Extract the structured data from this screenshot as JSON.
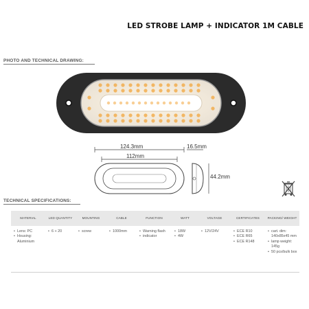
{
  "product_title": "LED STROBE LAMP + INDICATOR 1M CABLE",
  "photo_section_label": "PHOTO AND TECHNICAL DRAWING:",
  "specs_section_label": "TECHNICAL SPECIFICATIONS:",
  "dimensions": {
    "length_outer": "124.3mm",
    "length_inner": "112mm",
    "depth": "16.5mm",
    "height": "44.2mm"
  },
  "icons": {
    "disposal": "crossed-out-wheelie-bin-icon"
  },
  "colors": {
    "led_amber": "#f2a63c",
    "housing": "#2b2b2b",
    "header_bg": "#e8e8e8"
  },
  "specs": {
    "headers": [
      "MATERIAL",
      "LED QUANTITY",
      "MOUNTING",
      "CABLE",
      "FUNCTION",
      "WATT",
      "VOLTAGE",
      "CERTIFICATES",
      "PACKING/ WEIGHT"
    ],
    "cells": [
      [
        "Lens: PC",
        "Housing: Aluminium"
      ],
      [
        "6 + 20"
      ],
      [
        "screw"
      ],
      [
        "1000mm"
      ],
      [
        "Warning flash",
        "indicator"
      ],
      [
        "18W",
        "4W"
      ],
      [
        "12V/24V"
      ],
      [
        "ECE R10",
        "ECE R65",
        "ECE R148"
      ],
      [
        "cart. dim: 140x85x45 mm",
        "lamp weight: 145g",
        "50 pcs/bulk box"
      ]
    ]
  }
}
